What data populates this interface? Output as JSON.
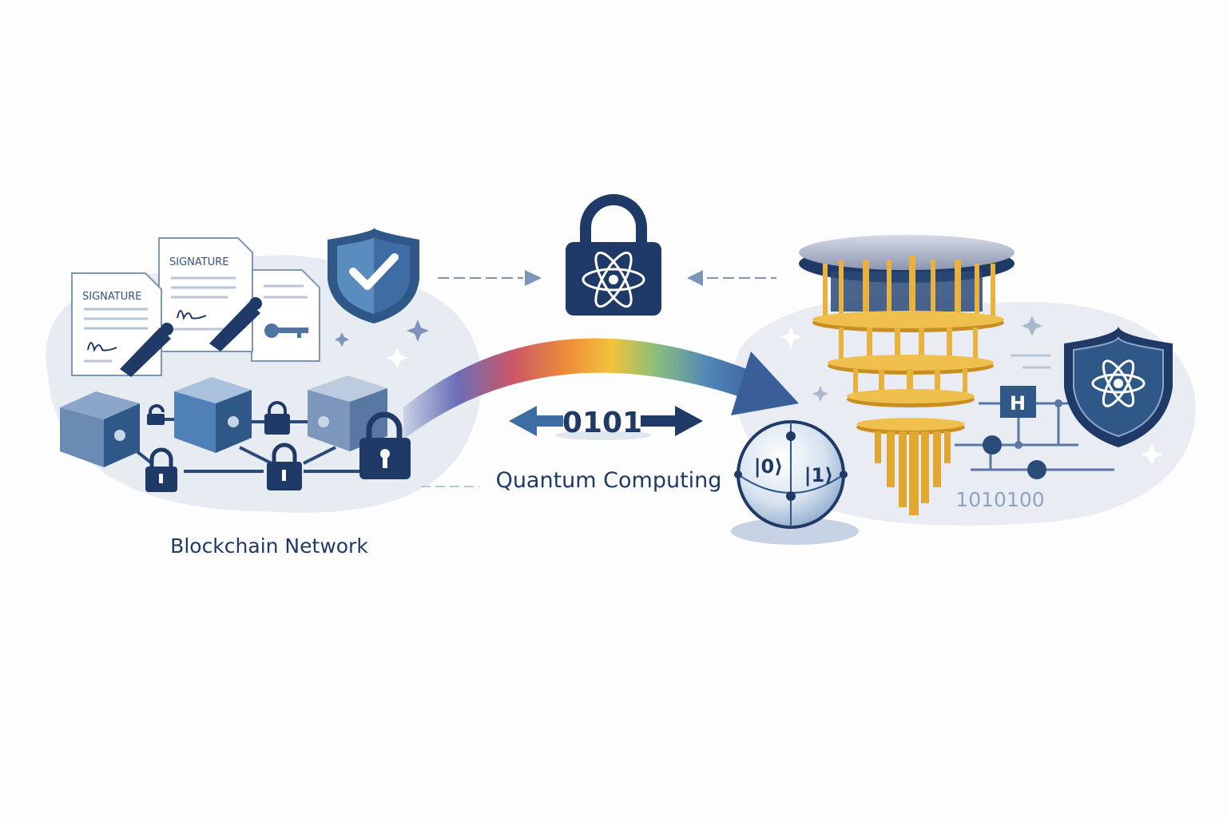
{
  "labels": {
    "blockchain": "Blockchain Network",
    "quantum": "Quantum Computing",
    "bits": "0101",
    "binary": "1010100",
    "gate": "H",
    "ket0": "|0⟩",
    "ket1": "|1⟩"
  },
  "documents": [
    {
      "title": "SIGNATURE"
    },
    {
      "title": "SIGNATURE"
    }
  ],
  "colors": {
    "navy": "#1f3a66",
    "blue": "#3e6da3",
    "light": "#e6ebf2",
    "gold": "#e8b23c"
  },
  "icons": [
    "shield-check-icon",
    "lock-atom-icon",
    "shield-atom-icon",
    "key-icon",
    "pen-icon",
    "padlock-icon",
    "bloch-sphere-icon",
    "quantum-computer-icon"
  ]
}
